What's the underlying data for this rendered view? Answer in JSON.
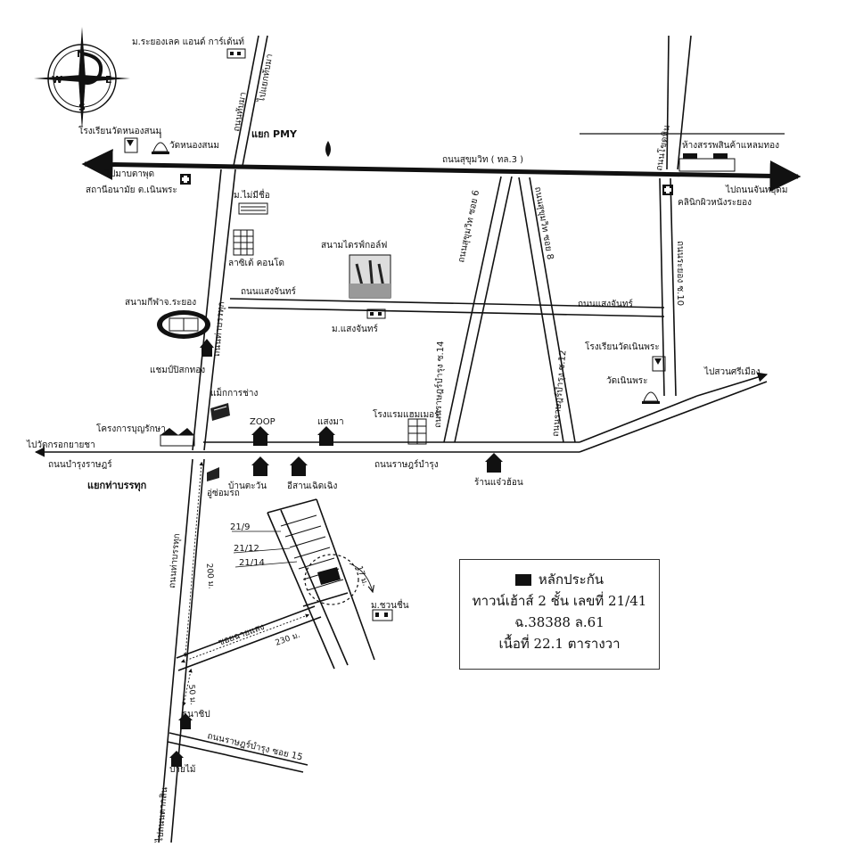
{
  "compass": {
    "n": "N",
    "s": "S",
    "e": "E",
    "w": "W"
  },
  "roads": {
    "sukhumvit": "ถนนสุขุมวิท ( ทล.3 )",
    "thambunma": "ถนนทับมา",
    "tha_ban_ruk_upper": "ถนนท่าบรรทุก",
    "tha_ban_ruk_lower": "ถนนท่าบรรทุก",
    "sangchan_left": "ถนนแสงจันทร์",
    "sangchan_right": "ถนนแสงจันทร์",
    "sukhumvit_soi6": "ถนนสุขุมวิท ซอย 6",
    "sukhumvit_soi8": "ถนนสุขุมวิท ซอย 8",
    "ratbamrung_14": "ถนนราษฎร์บำรุง ซ.14",
    "ratbamrung_12": "ถนนราษฎร์บำรุง ซ.12",
    "rayong_10": "ถนนระยอง ซ.10",
    "ratbamrung_main": "ถนนราษฎร์บำรุง",
    "bamrung_rat": "ถนนบำรุงราษฎร์",
    "ratbamrung_soi15": "ถนนราษฎร์บำรุง ซอย 15",
    "soi_chai_sang": "ซอยฉายแสง",
    "tho_lo": "ถนนโขดหิน"
  },
  "directions": {
    "to_tabma": "ไปแยกทับมา",
    "to_ban_phe": "ไปมาบตาพุด",
    "to_chanthaudom": "ไปถนนจันทอุดม",
    "to_suan_sri_mueang": "ไปสวนศรีเมือง",
    "to_wat_krok": "ไปวัดกรอกยายชา",
    "to_chan_udom_bottom": "ไปถนนตากสิน"
  },
  "intersections": {
    "pmy": "แยก PMY",
    "tha_ban_ruk": "แยกท่าบรรทุก"
  },
  "landmarks": {
    "rayong_lake": "ม.ระยองเลค แอนด์ การ์เด้นท์",
    "school_nong_sanom": "โรงเรียนวัดหนองสนม",
    "wat_nong_sanom": "วัดหนองสนม",
    "health_station": "สถานีอนามัย ต.เนินพระ",
    "mai_mi_chue": "ม.ไม่มีชื่อ",
    "condo": "ลาซิเต้ คอนโด",
    "driving_range": "สนามไดรฟ์กอล์ฟ",
    "stadium": "สนามกีฬาจ.ระยอง",
    "shampoo": "แชมป์ปิสกทอง",
    "mac_workshop": "แม็กการช่าง",
    "zoop": "ZOOP",
    "sangam": "แสงมา",
    "project": "โครงการบุญรักษา",
    "ban_tawan": "บ้านตะวัน",
    "isan": "อีสานเฉิดเฉิง",
    "repair": "อู่ซ่อมรถ",
    "m_sangchan": "ม.แสงจันทร์",
    "hotel": "โรงแรมแฮมเมอร์",
    "shop_right": "ร้านแจ๋วฮ้อน",
    "school_noen_phra": "โรงเรียนวัดเนินพระ",
    "wat_noen_phra": "วัดเนินพระ",
    "dept_store": "ห้างสรรพสินค้าแหลมทอง",
    "clinic": "คลินิกผิวหนังระยอง",
    "m_chuan_chuen": "ม.ชวนชื่น",
    "thanachip": "ธนาชิป",
    "pai_mai": "ป่ายไม้"
  },
  "plots": {
    "p1": "21/9",
    "p2": "21/12",
    "p3": "21/14"
  },
  "dimensions": {
    "d200": "200 ม.",
    "d230": "230 ม.",
    "d50": "50 ม.",
    "d17": "17 ม."
  },
  "legend": {
    "key_label": "หลักประกัน",
    "line1": "ทาวน์เฮ้าส์ 2 ชั้น เลขที่ 21/41",
    "line2": "ฉ.38388 ล.61",
    "line3": "เนื้อที่ 22.1 ตารางวา"
  }
}
